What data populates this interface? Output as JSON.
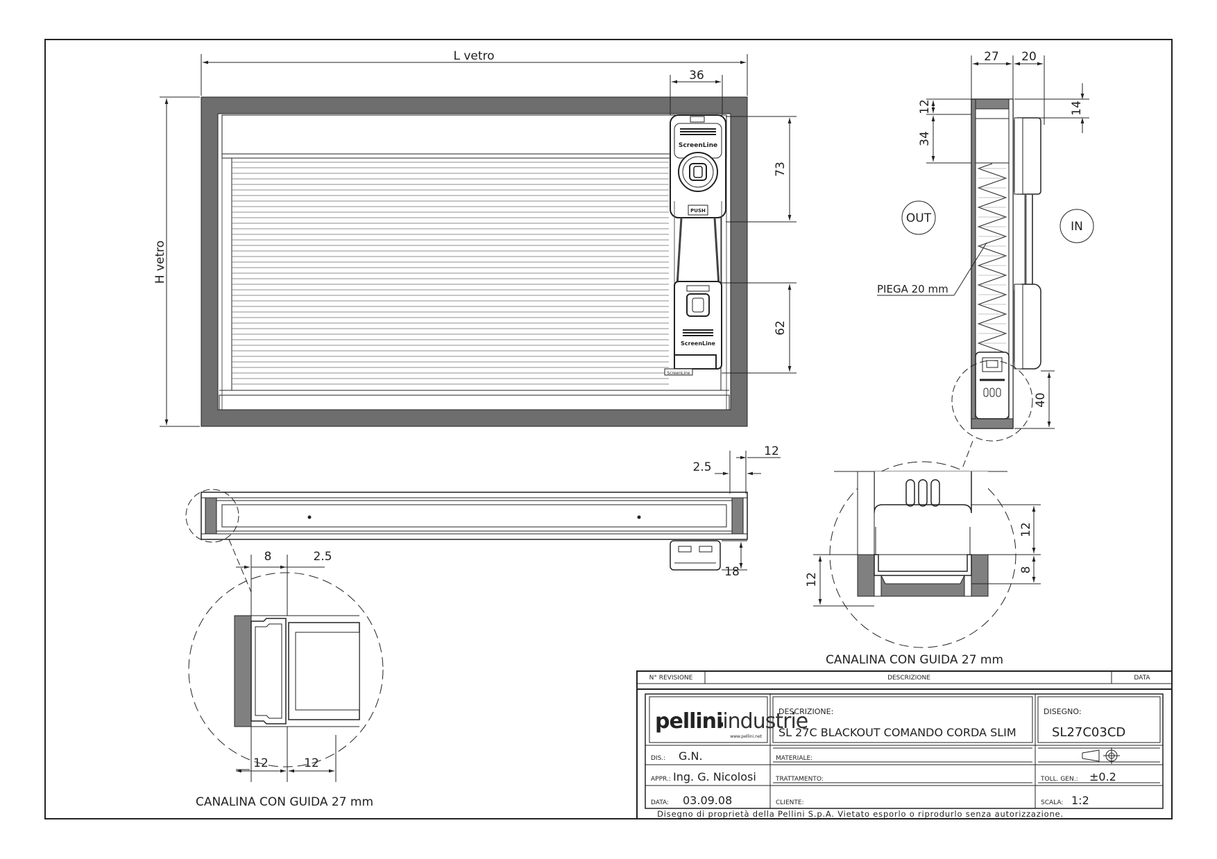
{
  "front_view": {
    "label_width": "L  vetro",
    "label_height": "H  vetro",
    "dim_handle_width": "36",
    "dim_top_handle": "73",
    "dim_bottom_handle": "62",
    "brand_mark": "ScreenLine",
    "push_label": "PUSH"
  },
  "side_view": {
    "dim_width_left": "27",
    "dim_width_right": "20",
    "dim_top_a": "12",
    "dim_top_b": "34",
    "dim_top_right": "14",
    "dim_bottom_right": "40",
    "label_out": "OUT",
    "label_in": "IN",
    "label_pleat": "PIEGA 20 mm"
  },
  "bottom_section": {
    "dim_a": "2.5",
    "dim_b": "12",
    "dim_c": "18"
  },
  "detail_left": {
    "dim_top_a": "8",
    "dim_top_b": "2.5",
    "dim_bottom_a": "12",
    "dim_bottom_b": "12",
    "caption": "CANALINA CON GUIDA 27 mm"
  },
  "detail_right": {
    "dim_right_a": "12",
    "dim_right_b": "8",
    "dim_left": "12",
    "caption": "CANALINA CON GUIDA 27 mm"
  },
  "title_block": {
    "rev_header": "N° REVISIONE",
    "desc_header": "DESCRIZIONE",
    "date_header": "DATA",
    "logo_bold": "pellini",
    "logo_light": "industrie",
    "logo_url": "www.pellini.net",
    "descrizione_label": "DESCRIZIONE:",
    "descrizione_value": "SL 27C BLACKOUT COMANDO CORDA SLIM",
    "disegno_label": "DISEGNO:",
    "disegno_value": "SL27C03CD",
    "dis_label": "DIS.:",
    "dis_value": "G.N.",
    "appr_label": "APPR.:",
    "appr_value": "Ing. G. Nicolosi",
    "data_label": "DATA:",
    "data_value": "03.09.08",
    "materiale_label": "MATERIALE:",
    "trattamento_label": "TRATTAMENTO:",
    "cliente_label": "CLIENTE:",
    "toll_label": "TOLL. GEN.:",
    "toll_value": "±0.2",
    "scala_label": "SCALA:",
    "scala_value": "1:2",
    "footer": "Disegno di proprietà della Pellini S.p.A. Vietato esporlo o riprodurlo senza autorizzazione."
  },
  "colors": {
    "frame_gray": "#6e6e6e",
    "line": "#222222",
    "hatch_fill": "#808080"
  }
}
